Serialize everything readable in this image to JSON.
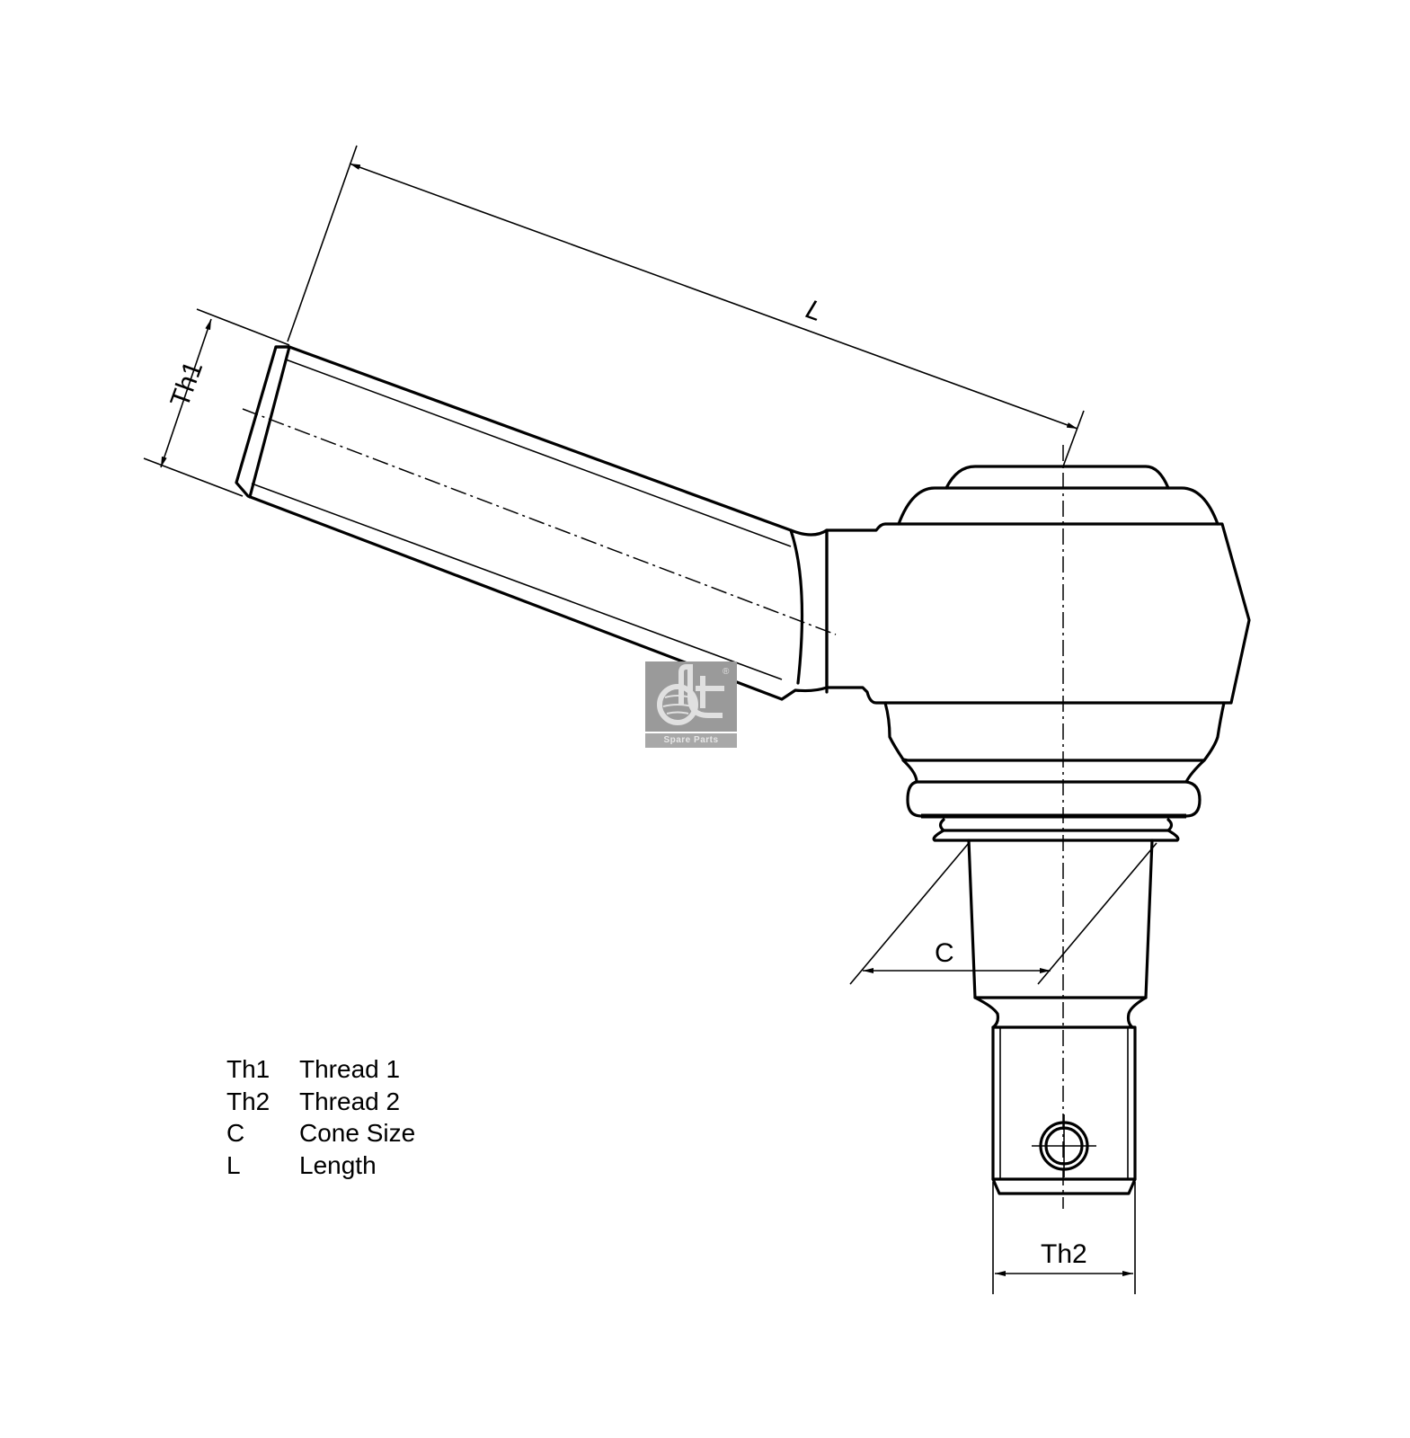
{
  "diagram": {
    "type": "technical-drawing",
    "subject": "tie rod end / ball joint",
    "dimensions": {
      "L": "L",
      "Th1": "Th1",
      "Th2": "Th2",
      "C": "C"
    },
    "logo": {
      "mark": "dt",
      "registered": "®",
      "subtitle": "Spare Parts",
      "color": "#9a9a9a"
    }
  },
  "legend": [
    {
      "code": "Th1",
      "label": "Thread 1"
    },
    {
      "code": "Th2",
      "label": "Thread 2"
    },
    {
      "code": "C",
      "label": "Cone Size"
    },
    {
      "code": "L",
      "label": "Length"
    }
  ]
}
